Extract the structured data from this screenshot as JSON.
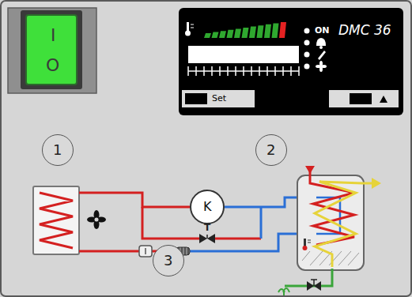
{
  "diagram": {
    "nodes": [
      {
        "text": [
          "I",
          "O"
        ]
      },
      {
        "text": [
          "ON",
          "DMC 36",
          "Set"
        ]
      },
      {
        "text": [
          "1"
        ]
      },
      {
        "text": [
          "2"
        ]
      },
      {
        "text": [
          "K"
        ]
      },
      {
        "text": [
          "3"
        ]
      }
    ],
    "labels": [
      "T"
    ]
  }
}
